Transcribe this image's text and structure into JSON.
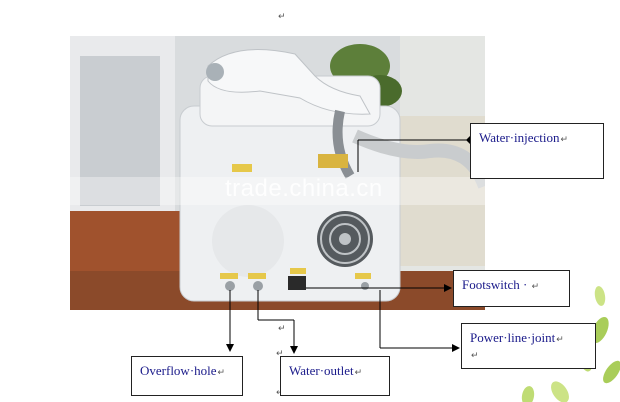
{
  "return_mark": "↵",
  "watermark": "trade.china.cn",
  "labels": {
    "water_injection": "Water·injection",
    "footswitch": "Footswitch ·",
    "power_line_joint": "Power·line·joint",
    "overflow_hole": "Overflow·hole",
    "water_outlet": "Water·outlet"
  },
  "colors": {
    "label_text": "#1a1a8a",
    "device_body": "#eef0f2",
    "floor": "#a0522d",
    "leaf_green": "#9bc53d"
  },
  "icons": [
    "fan-icon",
    "speaker-grille",
    "leaf-decoration"
  ]
}
